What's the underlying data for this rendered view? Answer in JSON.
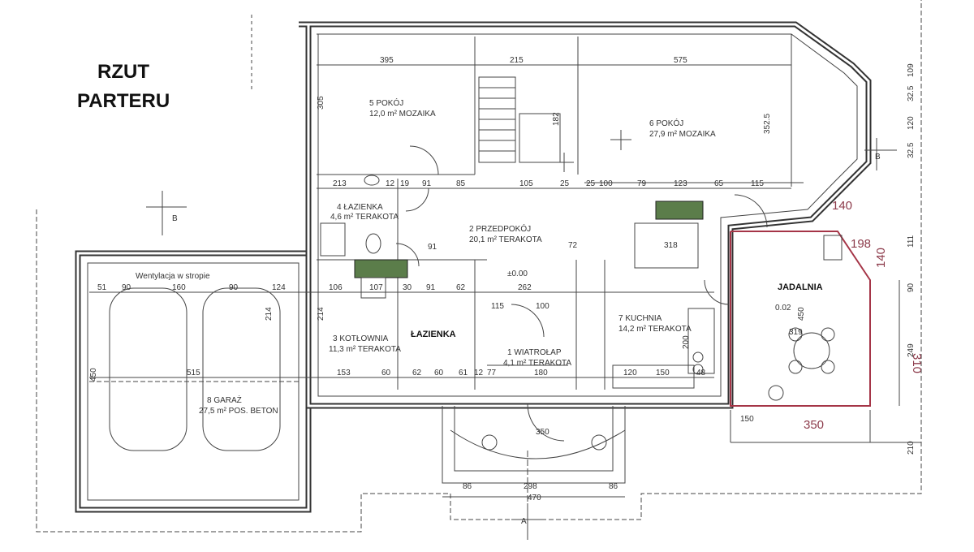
{
  "title_line1": "RZUT",
  "title_line2": "PARTERU",
  "section_labels": {
    "b": "B",
    "a": "A"
  },
  "rooms": [
    {
      "key": "pokoj5",
      "label": "5 POKÓJ",
      "sub": "12,0 m² MOZAIKA"
    },
    {
      "key": "pokoj6",
      "label": "6 POKÓJ",
      "sub": "27,9 m² MOZAIKA"
    },
    {
      "key": "lazienka4",
      "label": "4 ŁAZIENKA",
      "sub": "4,6 m² TERAKOTA"
    },
    {
      "key": "przedpokoj",
      "label": "2 PRZEDPOKÓJ",
      "sub": "20,1 m² TERAKOTA"
    },
    {
      "key": "kotlownia",
      "label": "3 KOTŁOWNIA",
      "sub": "11,3 m² TERAKOTA"
    },
    {
      "key": "wiatrolap",
      "label": "1 WIATROŁAP",
      "sub": "4,1 m² TERAKOTA"
    },
    {
      "key": "kuchnia",
      "label": "7 KUCHNIA",
      "sub": "14,2 m² TERAKOTA"
    },
    {
      "key": "garaz",
      "label": "8 GARAŻ",
      "sub": "27,5 m² POS. BETON"
    }
  ],
  "bold_labels": {
    "lazienka": "ŁAZIENKA",
    "jadalnia": "JADALNIA"
  },
  "level_labels": {
    "hall": "±0.00",
    "dining": "0.02"
  },
  "wentylacja": "Wentylacja w stropie",
  "top_dims": [
    "395",
    "215",
    "575"
  ],
  "row2_dims": [
    "213",
    "12",
    "19",
    "91",
    "85",
    "25",
    "105",
    "25",
    "100",
    "79",
    "123",
    "65",
    "115"
  ],
  "row3_dims": [
    "51",
    "90",
    "160",
    "90",
    "124",
    "106",
    "107",
    "30",
    "91",
    "62",
    "262",
    "318"
  ],
  "row4_dims": [
    "115",
    "100"
  ],
  "row5_dims": [
    "153",
    "60",
    "62",
    "60",
    "61",
    "12",
    "77",
    "180",
    "120",
    "150",
    "48"
  ],
  "garage_dim": "515",
  "side_dims": [
    "305",
    "182",
    "352.5",
    "214",
    "450",
    "214"
  ],
  "entrance_dims": [
    "350",
    "86",
    "298",
    "86",
    "470"
  ],
  "red_dims": {
    "d140a": "140",
    "d198": "198",
    "d140b": "140",
    "d310": "310",
    "d350": "350"
  },
  "right_dims": [
    "109",
    "32.5",
    "120",
    "32.5",
    "111",
    "90",
    "249",
    "150",
    "210"
  ],
  "misc_dims": [
    "319",
    "450",
    "200",
    "91",
    "72"
  ]
}
